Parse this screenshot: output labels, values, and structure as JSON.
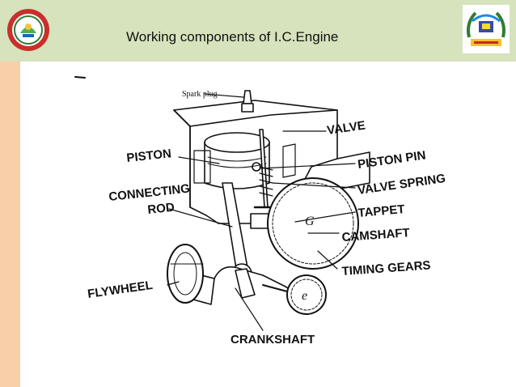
{
  "header": {
    "title": "Working components of I.C.Engine",
    "background": "#d6e3bc",
    "side_strip_color": "#f9cfaa"
  },
  "logos": {
    "left": {
      "icon": "university-seal-icon",
      "color": "#c9302c"
    },
    "right": {
      "icon": "institute-emblem-icon",
      "color": "#2e7d32"
    }
  },
  "diagram": {
    "labels": {
      "spark_plug": "Spark plug",
      "valve": "VALVE",
      "piston": "PISTON",
      "piston_pin": "PISTON PIN",
      "connecting": "CONNECTING",
      "rod": "ROD",
      "valve_spring": "VALVE SPRING",
      "tappet": "TAPPET",
      "camshaft": "CAMSHAFT",
      "timing_gears": "TIMING GEARS",
      "flywheel": "FLYWHEEL",
      "crankshaft": "CRANKSHAFT"
    },
    "gear_letters": {
      "cam_gear": "G",
      "crank_gear": "e"
    }
  }
}
